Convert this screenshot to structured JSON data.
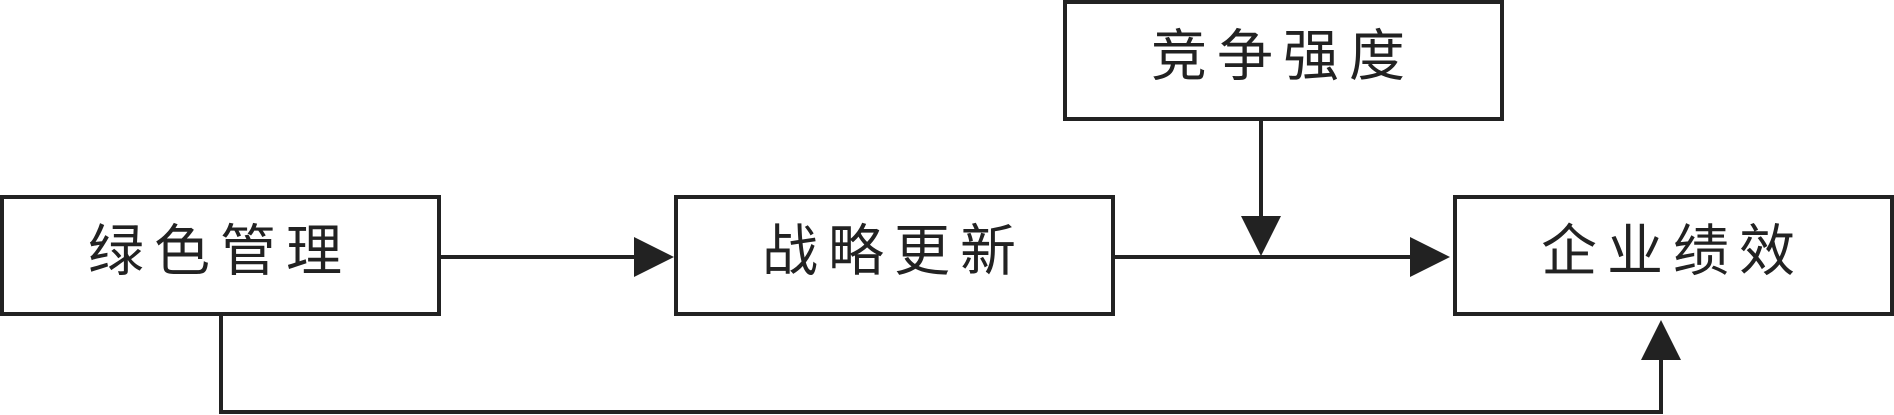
{
  "diagram": {
    "nodes": {
      "green_management": "绿色管理",
      "strategic_renewal": "战略更新",
      "competition_intensity": "竞争强度",
      "firm_performance": "企业绩效"
    }
  },
  "colors": {
    "stroke": "#222222",
    "fill": "#ffffff"
  }
}
